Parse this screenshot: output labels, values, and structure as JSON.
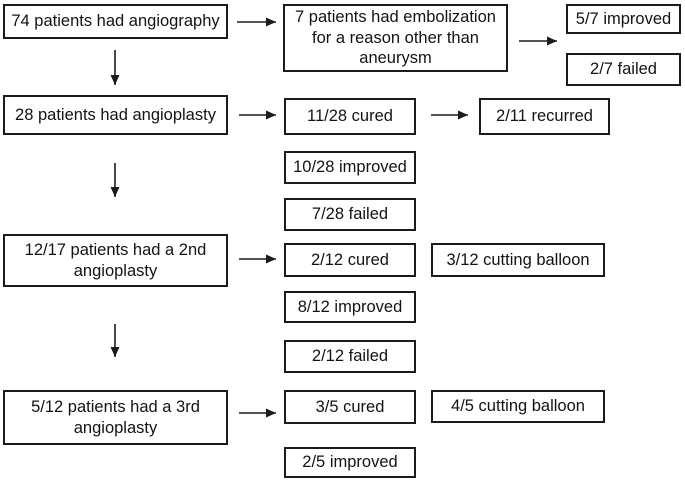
{
  "diagram": {
    "type": "flowchart",
    "description": "Patient treatment flow: angiography, embolization, angioplasty outcomes",
    "colors": {
      "background": "#ffffff",
      "box_border": "#1b1b1b",
      "text": "#131313",
      "arrow": "#1b1b1b"
    },
    "nodes": {
      "angiography": {
        "label": "74 patients had angiography"
      },
      "embolization": {
        "label": "7 patients had embolization for a reason other than aneurysm"
      },
      "embolization_improved": {
        "label": "5/7 improved"
      },
      "embolization_failed": {
        "label": "2/7 failed"
      },
      "angioplasty1": {
        "label": "28 patients had angioplasty"
      },
      "angioplasty1_cured": {
        "label": "11/28 cured"
      },
      "recurred": {
        "label": "2/11 recurred"
      },
      "angioplasty1_improved": {
        "label": "10/28 improved"
      },
      "angioplasty1_failed": {
        "label": "7/28 failed"
      },
      "angioplasty2": {
        "label": "12/17 patients had a 2nd angioplasty"
      },
      "angioplasty2_cured": {
        "label": "2/12 cured"
      },
      "angioplasty2_cutting": {
        "label": "3/12 cutting balloon"
      },
      "angioplasty2_improved": {
        "label": "8/12 improved"
      },
      "angioplasty2_failed": {
        "label": "2/12 failed"
      },
      "angioplasty3": {
        "label": "5/12 patients had a 3rd angioplasty"
      },
      "angioplasty3_cured": {
        "label": "3/5 cured"
      },
      "angioplasty3_cutting": {
        "label": "4/5 cutting balloon"
      },
      "angioplasty3_improved": {
        "label": "2/5 improved"
      }
    },
    "edges": [
      {
        "from": "angiography",
        "to": "embolization"
      },
      {
        "from": "embolization",
        "to": "embolization_improved"
      },
      {
        "from": "embolization",
        "to": "embolization_failed"
      },
      {
        "from": "angiography",
        "to": "angioplasty1"
      },
      {
        "from": "angioplasty1",
        "to": "angioplasty1_cured"
      },
      {
        "from": "angioplasty1_cured",
        "to": "recurred"
      },
      {
        "from": "angioplasty1",
        "to": "angioplasty2"
      },
      {
        "from": "angioplasty2",
        "to": "angioplasty2_cured"
      },
      {
        "from": "angioplasty2",
        "to": "angioplasty3"
      },
      {
        "from": "angioplasty3",
        "to": "angioplasty3_cured"
      }
    ]
  }
}
